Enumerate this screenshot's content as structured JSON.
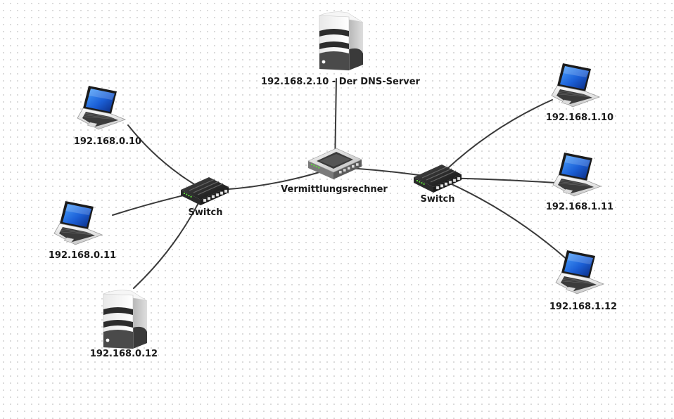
{
  "diagram": {
    "nodes": [
      {
        "id": "dns-server",
        "kind": "server",
        "label": "192.168.2.10 - Der DNS-Server"
      },
      {
        "id": "router",
        "kind": "router",
        "label": "Vermittlungsrechner"
      },
      {
        "id": "switch-left",
        "kind": "switch",
        "label": "Switch"
      },
      {
        "id": "switch-right",
        "kind": "switch",
        "label": "Switch"
      },
      {
        "id": "laptop-0-10",
        "kind": "laptop",
        "label": "192.168.0.10"
      },
      {
        "id": "laptop-0-11",
        "kind": "laptop",
        "label": "192.168.0.11"
      },
      {
        "id": "server-0-12",
        "kind": "server",
        "label": "192.168.0.12"
      },
      {
        "id": "laptop-1-10",
        "kind": "laptop",
        "label": "192.168.1.10"
      },
      {
        "id": "laptop-1-11",
        "kind": "laptop",
        "label": "192.168.1.11"
      },
      {
        "id": "laptop-1-12",
        "kind": "laptop",
        "label": "192.168.1.12"
      }
    ],
    "edges": [
      [
        "dns-server",
        "router"
      ],
      [
        "router",
        "switch-left"
      ],
      [
        "router",
        "switch-right"
      ],
      [
        "switch-left",
        "laptop-0-10"
      ],
      [
        "switch-left",
        "laptop-0-11"
      ],
      [
        "switch-left",
        "server-0-12"
      ],
      [
        "switch-right",
        "laptop-1-10"
      ],
      [
        "switch-right",
        "laptop-1-11"
      ],
      [
        "switch-right",
        "laptop-1-12"
      ]
    ]
  },
  "colors": {
    "connection": "#3a3a3a",
    "screen": "#1b5fd6",
    "device_dark": "#1c1c1c",
    "device_light": "#f2f2f2"
  },
  "icons": {
    "server": "server-icon",
    "router": "router-icon",
    "switch": "switch-icon",
    "laptop": "laptop-icon"
  }
}
